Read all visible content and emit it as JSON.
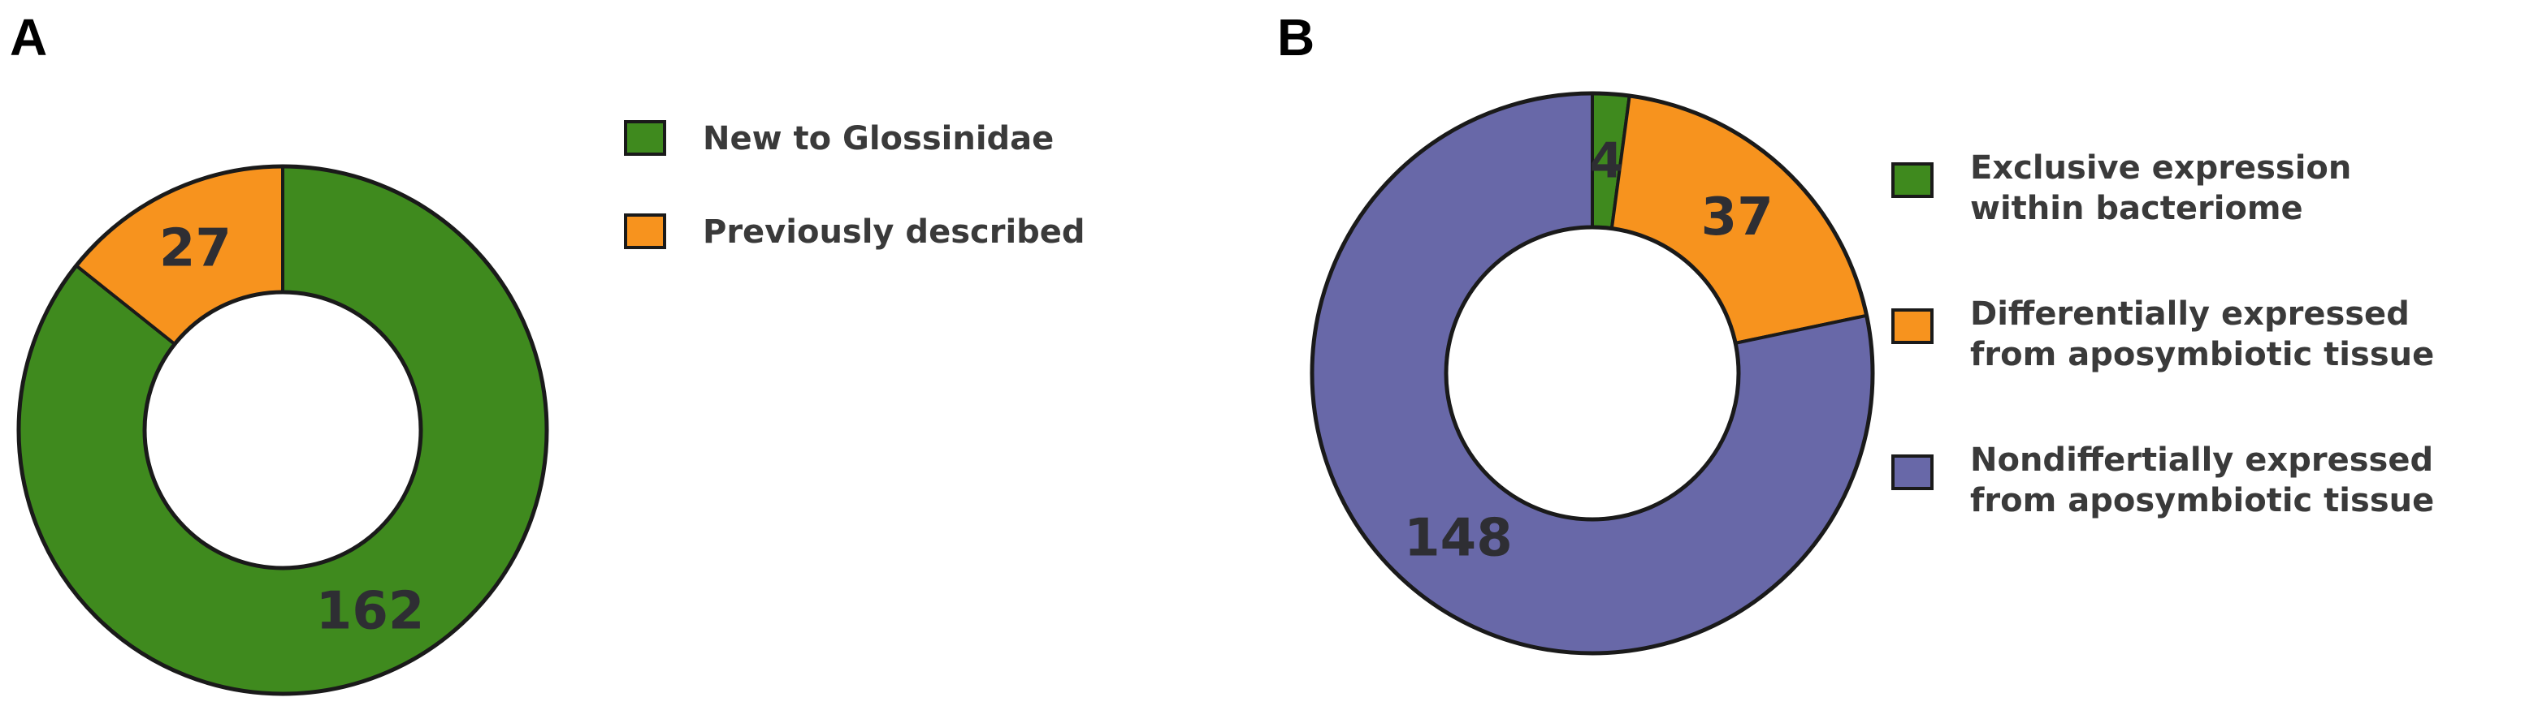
{
  "panels": [
    {
      "letter": "A"
    },
    {
      "letter": "B"
    }
  ],
  "chart_data": [
    {
      "type": "pie",
      "title": "",
      "categories": [
        "New to Glossinidae",
        "Previously described"
      ],
      "values": [
        162,
        27
      ],
      "colors": [
        "#3f8a1e",
        "#f7931e"
      ],
      "legend": "right"
    },
    {
      "type": "pie",
      "title": "",
      "categories": [
        "Exclusive expression within bacteriome",
        "Differentially expressed from aposymbiotic tissue",
        "Nondiffertially expressed from aposymbiotic tissue"
      ],
      "values": [
        4,
        37,
        148
      ],
      "colors": [
        "#3f8a1e",
        "#f7931e",
        "#6868a8"
      ],
      "legend": "right"
    }
  ]
}
